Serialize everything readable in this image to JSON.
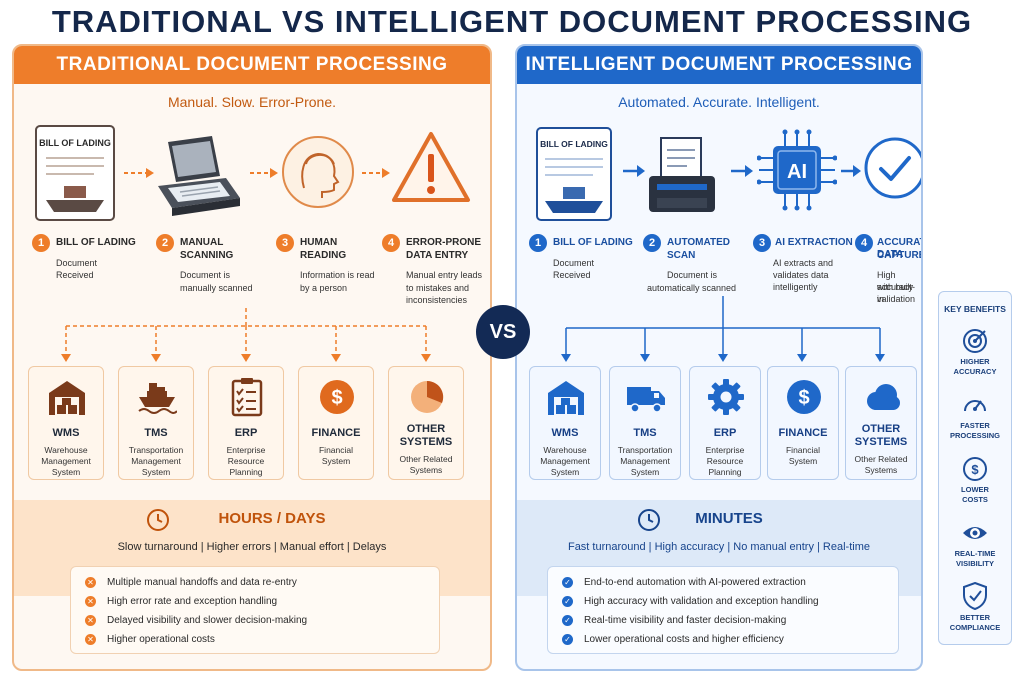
{
  "title": "TRADITIONAL VS INTELLIGENT DOCUMENT PROCESSING",
  "vs_label": "VS",
  "traditional": {
    "header": "TRADITIONAL DOCUMENT PROCESSING",
    "tagline": "Manual. Slow. Error-Prone.",
    "document_label": "BILL OF LADING",
    "steps": [
      {
        "num": "1",
        "title_l1": "BILL OF LADING",
        "title_l2": "",
        "desc_l1": "Document",
        "desc_l2": "Received",
        "desc_l3": ""
      },
      {
        "num": "2",
        "title_l1": "MANUAL",
        "title_l2": "SCANNING",
        "desc_l1": "Document is",
        "desc_l2": "manually scanned",
        "desc_l3": ""
      },
      {
        "num": "3",
        "title_l1": "HUMAN",
        "title_l2": "READING",
        "desc_l1": "Information is read",
        "desc_l2": "by a person",
        "desc_l3": ""
      },
      {
        "num": "4",
        "title_l1": "ERROR-PRONE",
        "title_l2": "DATA ENTRY",
        "desc_l1": "Manual entry leads",
        "desc_l2": "to mistakes and",
        "desc_l3": "inconsistencies"
      }
    ],
    "systems": [
      {
        "name_l1": "WMS",
        "name_l2": "",
        "desc_l1": "Warehouse",
        "desc_l2": "Management",
        "desc_l3": "System"
      },
      {
        "name_l1": "TMS",
        "name_l2": "",
        "desc_l1": "Transportation",
        "desc_l2": "Management",
        "desc_l3": "System"
      },
      {
        "name_l1": "ERP",
        "name_l2": "",
        "desc_l1": "Enterprise",
        "desc_l2": "Resource",
        "desc_l3": "Planning"
      },
      {
        "name_l1": "FINANCE",
        "name_l2": "",
        "desc_l1": "Financial",
        "desc_l2": "System",
        "desc_l3": ""
      },
      {
        "name_l1": "OTHER",
        "name_l2": "SYSTEMS",
        "desc_l1": "Other Related",
        "desc_l2": "Systems",
        "desc_l3": ""
      }
    ],
    "time_label": "HOURS / DAYS",
    "time_sub": "Slow turnaround  |  Higher errors  |  Manual effort  |  Delays",
    "issues": [
      "Multiple manual handoffs and data re-entry",
      "High error rate and exception handling",
      "Delayed visibility and slower decision-making",
      "Higher operational costs"
    ],
    "colors": {
      "accent": "#ee7d2a",
      "header": "#ee7d2a",
      "band": "#fde3c9"
    }
  },
  "intelligent": {
    "header": "INTELLIGENT DOCUMENT PROCESSING",
    "tagline": "Automated. Accurate. Intelligent.",
    "document_label": "BILL OF LADING",
    "ai_label": "AI",
    "steps": [
      {
        "num": "1",
        "title_l1": "BILL OF LADING",
        "title_l2": "",
        "desc_l1": "Document",
        "desc_l2": "Received",
        "desc_l3": ""
      },
      {
        "num": "2",
        "title_l1": "AUTOMATED",
        "title_l2": "SCAN",
        "desc_l1": "Document is",
        "desc_l2": "automatically scanned",
        "desc_l3": ""
      },
      {
        "num": "3",
        "title_l1": "AI EXTRACTION",
        "title_l2": "",
        "desc_l1": "AI extracts and",
        "desc_l2": "validates data",
        "desc_l3": "intelligently"
      },
      {
        "num": "4",
        "title_l1": "ACCURATE DATA",
        "title_l2": "CAPTURE",
        "desc_l1": "High accuracy",
        "desc_l2": "with built-in",
        "desc_l3": "validation"
      }
    ],
    "systems": [
      {
        "name_l1": "WMS",
        "name_l2": "",
        "desc_l1": "Warehouse",
        "desc_l2": "Management",
        "desc_l3": "System"
      },
      {
        "name_l1": "TMS",
        "name_l2": "",
        "desc_l1": "Transportation",
        "desc_l2": "Management",
        "desc_l3": "System"
      },
      {
        "name_l1": "ERP",
        "name_l2": "",
        "desc_l1": "Enterprise",
        "desc_l2": "Resource",
        "desc_l3": "Planning"
      },
      {
        "name_l1": "FINANCE",
        "name_l2": "",
        "desc_l1": "Financial",
        "desc_l2": "System",
        "desc_l3": ""
      },
      {
        "name_l1": "OTHER",
        "name_l2": "SYSTEMS",
        "desc_l1": "Other Related",
        "desc_l2": "Systems",
        "desc_l3": ""
      }
    ],
    "time_label": "MINUTES",
    "time_sub": "Fast turnaround  |  High accuracy  |  No manual entry  |  Real-time",
    "benefits": [
      "End-to-end automation with AI-powered extraction",
      "High accuracy with validation and exception handling",
      "Real-time visibility and faster decision-making",
      "Lower operational costs and higher efficiency"
    ],
    "colors": {
      "accent": "#1f68c9",
      "header": "#1f68c9",
      "band": "#dde9f8"
    }
  },
  "key_benefits": {
    "title": "KEY BENEFITS",
    "items": [
      {
        "icon": "target-icon",
        "l1": "HIGHER",
        "l2": "ACCURACY"
      },
      {
        "icon": "speedometer-icon",
        "l1": "FASTER",
        "l2": "PROCESSING"
      },
      {
        "icon": "dollar-icon",
        "l1": "LOWER",
        "l2": "COSTS"
      },
      {
        "icon": "eye-icon",
        "l1": "REAL-TIME",
        "l2": "VISIBILITY"
      },
      {
        "icon": "shield-check-icon",
        "l1": "BETTER",
        "l2": "COMPLIANCE"
      }
    ]
  }
}
